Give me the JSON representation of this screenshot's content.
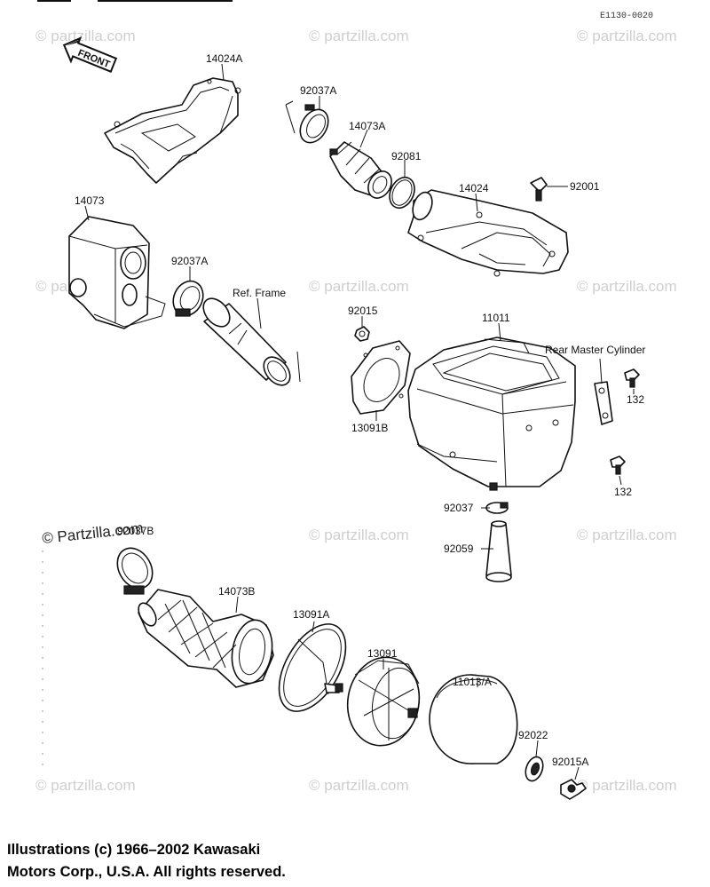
{
  "diagram": {
    "code": "E1130-0020",
    "direction_label": "FRONT",
    "watermark": "© Partzilla.com",
    "watermark_short": "© partzilla.com",
    "part_labels": {
      "p14024A": "14024A",
      "p92037A_top": "92037A",
      "p14073A": "14073A",
      "p92081": "92081",
      "p14024": "14024",
      "p92001": "92001",
      "p14073": "14073",
      "p92037A_mid": "92037A",
      "ref_frame": "Ref. Frame",
      "p92015": "92015",
      "p11011": "11011",
      "rear_master_cylinder": "Rear  Master Cylinder",
      "p13091B": "13091B",
      "p132_a": "132",
      "p132_b": "132",
      "p92037": "92037",
      "p92059": "92059",
      "p92037B": "92037B",
      "p14073B": "14073B",
      "p13091A": "13091A",
      "p13091": "13091",
      "p11013A": "11013/A",
      "p92022": "92022",
      "p92015A": "92015A"
    }
  },
  "footer": {
    "line1": "Illustrations (c) 1966–2002 Kawasaki",
    "line2": "Motors Corp., U.S.A.  All rights reserved."
  }
}
